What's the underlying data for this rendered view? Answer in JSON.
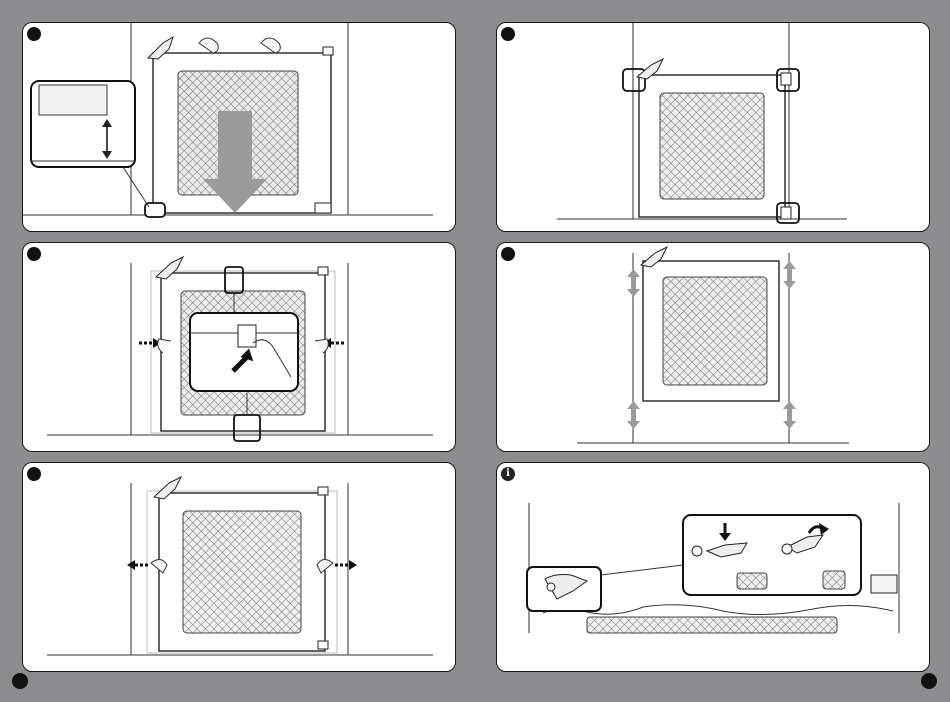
{
  "page": {
    "background": "#8d8d8f",
    "panel_border": "#1a1a1a",
    "mesh_color": "#555555",
    "arrow_gray": "#9a9a9a"
  },
  "panels": [
    {
      "id": "step-1",
      "marker": "step-dot",
      "illustration": "gate-lowered-into-place-with-height-adjustment-detail"
    },
    {
      "id": "step-2",
      "marker": "step-dot",
      "illustration": "gate-frame-squeezed-inward-with-latch-detail"
    },
    {
      "id": "step-3",
      "marker": "step-dot",
      "illustration": "gate-frame-pushed-outward-against-walls"
    },
    {
      "id": "step-4",
      "marker": "step-dot",
      "illustration": "gate-with-four-wall-cups-highlighted"
    },
    {
      "id": "step-5",
      "marker": "step-dot",
      "illustration": "gate-with-vertical-adjustment-arrows"
    },
    {
      "id": "info",
      "marker": "info-icon",
      "marker_text": "i",
      "illustration": "handle-lock-and-release-detail"
    }
  ],
  "footer": {
    "left_marker": "page-dot",
    "right_marker": "page-dot"
  }
}
